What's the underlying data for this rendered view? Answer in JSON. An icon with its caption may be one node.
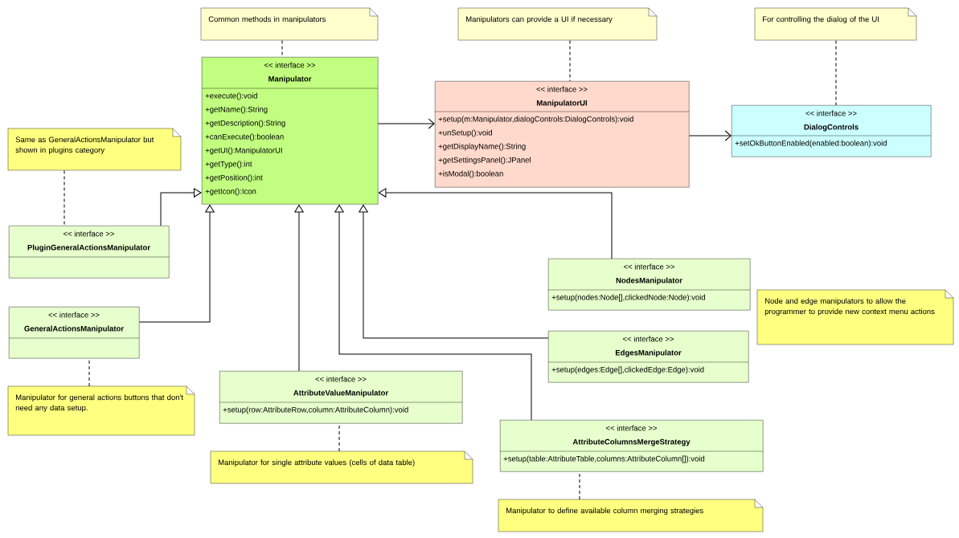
{
  "diagram": {
    "nodes": [
      {
        "text": [
          "Common methods in manipulators"
        ]
      },
      {
        "text": [
          "Manipulators can provide a UI if necessary"
        ]
      },
      {
        "text": [
          "For controlling the dialog of the UI"
        ]
      },
      {
        "text": [
          "<< interface >>",
          "Manipulator",
          "+execute():void",
          "+getName():String",
          "+getDescription():String",
          "+canExecute():boolean",
          "+getUI():ManipulatorUI",
          "+getType():int",
          "+getPosition():int",
          "+getIcon():Icon"
        ]
      },
      {
        "text": [
          "<< interface >>",
          "ManipulatorUI",
          "+setup(m:Manipulator,dialogControls:DialogControls):void",
          "+unSetup():void",
          "+getDisplayName():String",
          "+getSettingsPanel():JPanel",
          "+isModal():boolean"
        ]
      },
      {
        "text": [
          "<< interface >>",
          "DialogControls",
          "+setOkButtonEnabled(enabled:boolean):void"
        ]
      },
      {
        "text": [
          "Same as GeneralActionsManipulator but shown in plugins category"
        ]
      },
      {
        "text": [
          "<< interface >>",
          "PluginGeneralActionsManipulator"
        ]
      },
      {
        "text": [
          "<< interface >>",
          "NodesManipulator",
          "+setup(nodes:Node[],clickedNode:Node):void"
        ]
      },
      {
        "text": [
          "Node and edge manipulators to allow the programmer to provide new context menu actions"
        ]
      },
      {
        "text": [
          "<< interface >>",
          "GeneralActionsManipulator"
        ]
      },
      {
        "text": [
          "<< interface >>",
          "EdgesManipulator",
          "+setup(edges:Edge[],clickedEdge:Edge):void"
        ]
      },
      {
        "text": [
          "Manipulator for general actions buttons that don't need any data setup."
        ]
      },
      {
        "text": [
          "<< interface >>",
          "AttributeValueManipulator",
          "+setup(row:AttributeRow,column:AttributeColumn):void"
        ]
      },
      {
        "text": [
          "<< interface >>",
          "AttributeColumnsMergeStrategy",
          "+setup(table:AttributeTable,columns:AttributeColumn[]):void"
        ]
      },
      {
        "text": [
          "Manipulator for single attribute values (cells of data table)"
        ]
      },
      {
        "text": [
          "Manipulator to define available column merging strategies"
        ]
      }
    ],
    "edges": [
      {
        "from": 7,
        "to": 3,
        "arrow": "to"
      },
      {
        "from": 10,
        "to": 3,
        "arrow": "to"
      },
      {
        "from": 13,
        "to": 3,
        "arrow": "to"
      },
      {
        "from": 14,
        "to": 3,
        "arrow": "to"
      },
      {
        "from": 11,
        "to": 3,
        "arrow": "to"
      },
      {
        "from": 8,
        "to": 3,
        "arrow": "to"
      },
      {
        "from": 3,
        "to": 4,
        "arrow": "to"
      },
      {
        "from": 4,
        "to": 5,
        "arrow": "to"
      },
      {
        "from": 0,
        "to": 3,
        "arrow": "none",
        "style": "dashed"
      },
      {
        "from": 1,
        "to": 4,
        "arrow": "none",
        "style": "dashed"
      },
      {
        "from": 2,
        "to": 5,
        "arrow": "none",
        "style": "dashed"
      },
      {
        "from": 6,
        "to": 7,
        "arrow": "none",
        "style": "dashed"
      },
      {
        "from": 12,
        "to": 10,
        "arrow": "none",
        "style": "dashed"
      },
      {
        "from": 15,
        "to": 13,
        "arrow": "none",
        "style": "dashed"
      },
      {
        "from": 16,
        "to": 14,
        "arrow": "none",
        "style": "dashed"
      }
    ]
  }
}
